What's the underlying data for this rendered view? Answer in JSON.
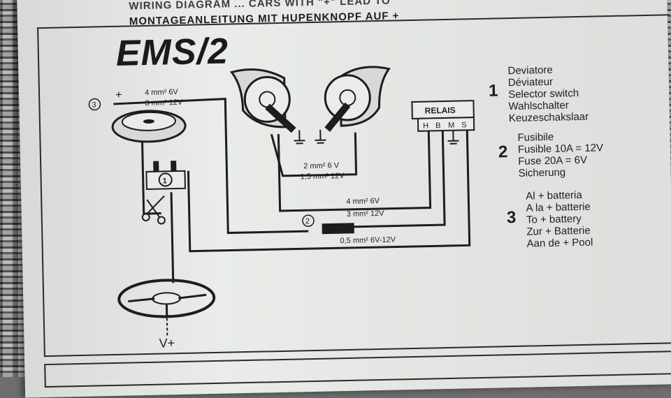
{
  "header": {
    "line1": "WIRING DIAGRAM ... CARS WITH \"+\" LEAD TO",
    "line2": "MONTAGEANLEITUNG MIT HUPENKNOPF AUF +"
  },
  "title": "EMS/2",
  "diagram": {
    "label_plus": "+",
    "label_plus_bottom": "V+",
    "marker_1": "1",
    "marker_2": "2",
    "marker_3": "3",
    "relais": "RELAIS",
    "relais_terminals": [
      "H",
      "B",
      "M",
      "S"
    ],
    "wires": {
      "top_a": "4 mm² 6V",
      "top_b": "3 mm² 12V",
      "horn_a": "2 mm² 6 V",
      "horn_b": "1,5 mm² 12V",
      "mid_a": "4 mm² 6V",
      "mid_b": "3 mm² 12V",
      "low": "0,5 mm² 6V-12V"
    }
  },
  "legend": [
    {
      "number": "1",
      "lines": [
        "Deviatore",
        "Déviateur",
        "Selector switch",
        "Wahlschalter",
        "Keuzeschakslaar"
      ]
    },
    {
      "number": "2",
      "lines": [
        "Fusibile",
        "Fusible   10A = 12V",
        "Fuse      20A =  6V",
        "Sicherung"
      ]
    },
    {
      "number": "3",
      "lines": [
        "Al + batteria",
        "A la + batterie",
        "To + battery",
        "Zur + Batterie",
        "Aan de + Pool"
      ]
    }
  ]
}
